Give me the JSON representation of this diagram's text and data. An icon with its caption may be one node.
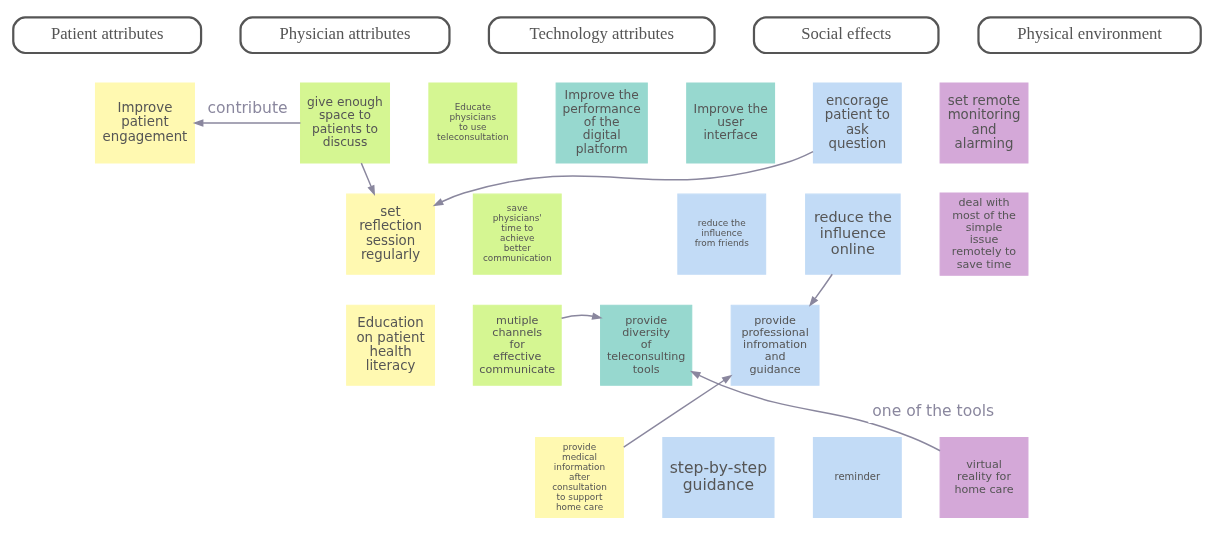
{
  "diagram": {
    "nodes": [
      {
        "text": [
          "Patient attributes"
        ]
      },
      {
        "text": [
          "Physician attributes"
        ]
      },
      {
        "text": [
          "Technology attributes"
        ]
      },
      {
        "text": [
          "Social effects"
        ]
      },
      {
        "text": [
          "Physical environment"
        ]
      },
      {
        "text": [
          "Improve patient engagement"
        ]
      },
      {
        "text": [
          "set reflection session regularly"
        ]
      },
      {
        "text": [
          "Education on patient health literacy"
        ]
      },
      {
        "text": [
          "provide medical information after consultation to support home care"
        ]
      },
      {
        "text": [
          "give enough space to patients to discuss"
        ]
      },
      {
        "text": [
          "Educate physicians to use teleconsultation"
        ]
      },
      {
        "text": [
          "save physicians' time to achieve better communication"
        ]
      },
      {
        "text": [
          "mutiple channels for effective communicate"
        ]
      },
      {
        "text": [
          "Improve the performance of the digital platform"
        ]
      },
      {
        "text": [
          "Improve the user interface"
        ]
      },
      {
        "text": [
          "provide diversity of teleconsulting tools"
        ]
      },
      {
        "text": [
          "encorage patient to ask question"
        ]
      },
      {
        "text": [
          "reduce the influence from friends"
        ]
      },
      {
        "text": [
          "reduce the influence online"
        ]
      },
      {
        "text": [
          "provide professional infromation and guidance"
        ]
      },
      {
        "text": [
          "step-by-step guidance"
        ]
      },
      {
        "text": [
          "reminder"
        ]
      },
      {
        "text": [
          "set remote monitoring and alarming"
        ]
      },
      {
        "text": [
          "deal with most of the simple issue remotely to save time"
        ]
      },
      {
        "text": [
          "virtual reality for home care"
        ]
      }
    ],
    "edges": [
      {
        "from": 9,
        "to": 5,
        "arrow": "to",
        "label": "contribute"
      },
      {
        "from": 9,
        "to": 6,
        "arrow": "to"
      },
      {
        "from": 16,
        "to": 6,
        "arrow": "to"
      },
      {
        "from": 12,
        "to": 15,
        "arrow": "to"
      },
      {
        "from": 8,
        "to": 19,
        "arrow": "to"
      },
      {
        "from": 18,
        "to": 19,
        "arrow": "to"
      },
      {
        "from": 24,
        "to": 15,
        "arrow": "to",
        "label": "one of the tools"
      }
    ]
  }
}
